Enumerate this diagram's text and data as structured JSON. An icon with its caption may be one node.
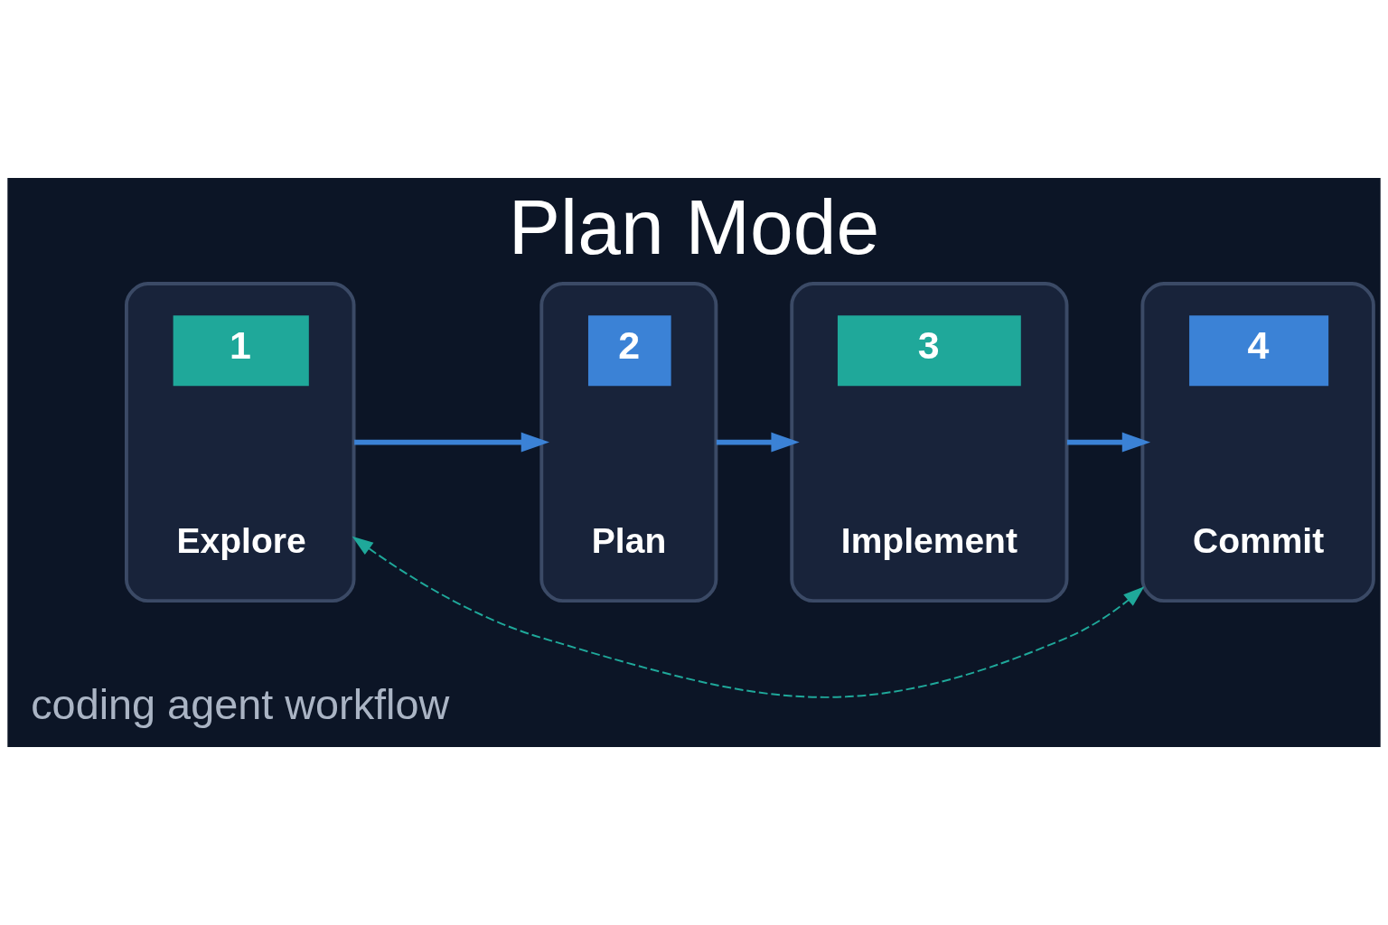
{
  "diagram": {
    "title": "Plan Mode",
    "nodes": [
      {
        "text": [
          "1",
          "Explore"
        ]
      },
      {
        "text": [
          "2",
          "Plan"
        ]
      },
      {
        "text": [
          "3",
          "Implement"
        ]
      },
      {
        "text": [
          "4",
          "Commit"
        ]
      }
    ],
    "edges": [
      {
        "from": 0,
        "to": 1,
        "arrow": "to",
        "color": "#3b82d6"
      },
      {
        "from": 1,
        "to": 2,
        "arrow": "to",
        "color": "#3b82d6"
      },
      {
        "from": 2,
        "to": 3,
        "arrow": "to",
        "color": "#3b82d6"
      },
      {
        "from": 0,
        "to": 3,
        "arrow": "both",
        "style": "dashed",
        "color": "#1fa89a"
      }
    ],
    "labels": [
      "coding agent workflow"
    ]
  }
}
